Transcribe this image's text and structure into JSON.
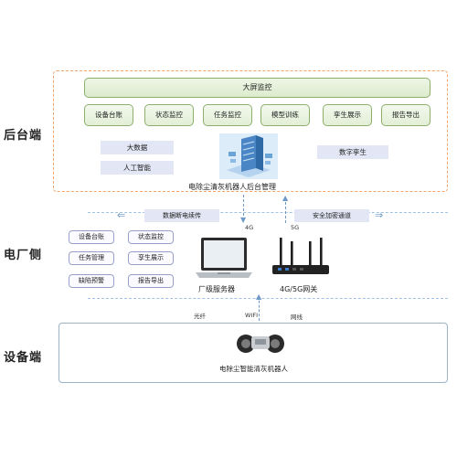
{
  "zones": {
    "backend": "后台端",
    "plant": "电厂侧",
    "device": "设备端"
  },
  "backend": {
    "big_screen": "大屏监控",
    "modules": [
      "设备台账",
      "状态监控",
      "任务监控",
      "模型训练",
      "孪生展示",
      "报告导出"
    ],
    "big_data": "大数据",
    "ai": "人工智能",
    "digital_twin": "数字孪生",
    "system_title": "电除尘清灰机器人后台管理"
  },
  "plant": {
    "resume_banner": "数据断电续传",
    "secure_banner": "安全加密通道",
    "net_4g": "4G",
    "net_5g": "5G",
    "items_left": [
      "设备台账",
      "任务管理",
      "缺陷预警"
    ],
    "items_right": [
      "状态监控",
      "孪生展示",
      "报告导出"
    ],
    "server_label": "厂级服务器",
    "gateway_label": "4G/5G网关"
  },
  "links": {
    "fiber": "光纤",
    "wifi": "WIFI",
    "cable": "网线"
  },
  "device": {
    "robot_label": "电除尘智能清灰机器人"
  },
  "colors": {
    "dashed_orange": "#f0a46a",
    "module_green": "#8caf6f",
    "lavender": "#e3e6f5",
    "server_blue": "#4a86c5"
  }
}
